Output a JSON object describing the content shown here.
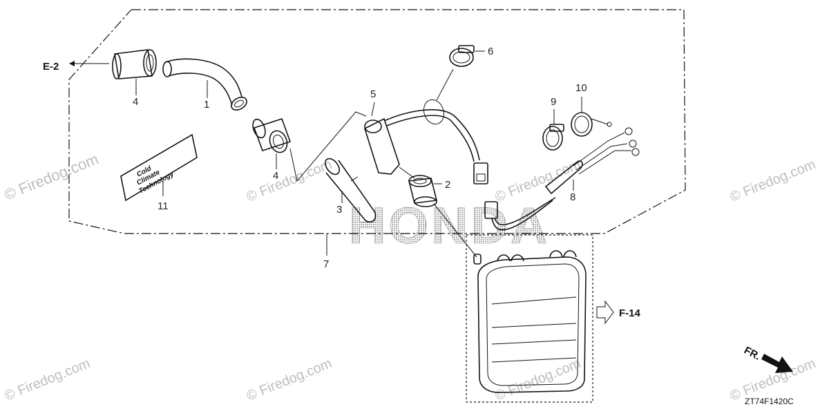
{
  "diagram": {
    "brand_watermark": "HONDA",
    "watermarks": [
      "© Firedog.com",
      "© Firedog.com",
      "© Firedog.com",
      "© Firedog.com",
      "© Firedog.com",
      "© Firedog.com",
      "© Firedog.com",
      "© Firedog.com"
    ],
    "callouts": {
      "c1": "1",
      "c2": "2",
      "c3": "3",
      "c4a": "4",
      "c4b": "4",
      "c5": "5",
      "c6": "6",
      "c7": "7",
      "c8": "8",
      "c9": "9",
      "c10": "10",
      "c11": "11"
    },
    "references": {
      "left": "E-2",
      "right": "F-14"
    },
    "decal_text": [
      "Cold",
      "Climate",
      "Technology"
    ],
    "direction_label": "FR.",
    "diagram_code": "ZT74F1420C"
  }
}
